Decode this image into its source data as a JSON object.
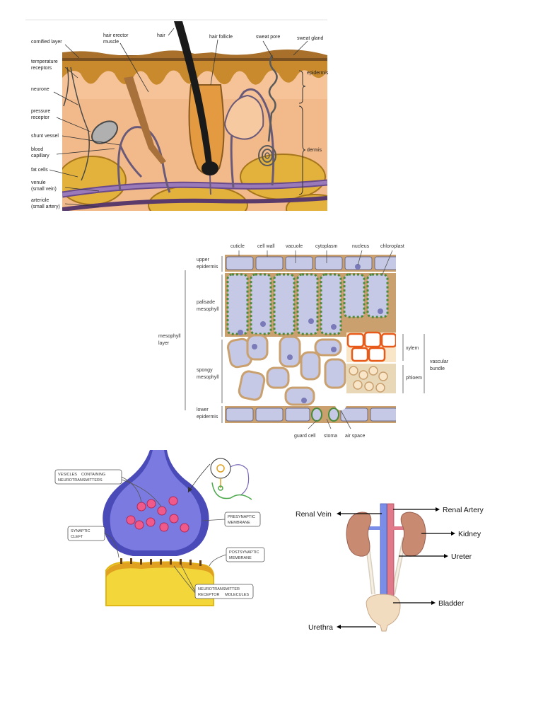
{
  "skin": {
    "labels": {
      "cornified": "cornified layer",
      "temp1": "temperature",
      "temp2": "receptors",
      "neurone": "neurone",
      "pressure1": "pressure",
      "pressure2": "receptor",
      "shunt": "shunt vessel",
      "blood1": "blood",
      "blood2": "capillary",
      "fat": "fat cells",
      "venule1": "venule",
      "venule2": "(small vein)",
      "arteriole1": "arteriole",
      "arteriole2": "(small artery)",
      "erector1": "hair erector",
      "erector2": "muscle",
      "hair": "hair",
      "follicle": "hair follicle",
      "pore": "sweat pore",
      "gland": "sweat gland",
      "epidermis": "epidermis",
      "dermis": "dermis"
    }
  },
  "leaf": {
    "labels": {
      "cuticle": "cuticle",
      "cellwall": "cell wall",
      "vacuole": "vacuole",
      "cytoplasm": "cytoplasm",
      "nucleus": "nucleus",
      "chloroplast": "chloroplast",
      "upper1": "upper",
      "upper2": "epidermis",
      "palisade1": "palisade",
      "palisade2": "mesophyll",
      "mesolayer1": "mesophyll",
      "mesolayer2": "layer",
      "spongy1": "spongy",
      "spongy2": "mesophyll",
      "lower1": "lower",
      "lower2": "epidermis",
      "xylem": "xylem",
      "phloem": "phloem",
      "vascular1": "vascular",
      "vascular2": "bundle",
      "guard": "guard cell",
      "stoma": "stoma",
      "airspace": "air space"
    }
  },
  "synapse": {
    "labels": {
      "vesicles1": "VESICLES    CONTAINING",
      "vesicles2": "NEUROTRANSMITTERS",
      "cleft1": "SYNAPTIC",
      "cleft2": "CLEFT",
      "pre1": "PRESYNAPTIC",
      "pre2": "MEMBRANE",
      "post1": "POSTSYNAPTIC",
      "post2": "MEMBRANE",
      "receptor1": "NEUROTRANSMITTER",
      "receptor2": "RECEPTOR     MOLECULES"
    }
  },
  "kidney": {
    "labels": {
      "vein": "Renal Vein",
      "artery": "Renal Artery",
      "kidney": "Kidney",
      "ureter": "Ureter",
      "bladder": "Bladder",
      "urethra": "Urethra"
    }
  },
  "colors": {
    "skin_epidermis": "#c98a2e",
    "skin_dermis": "#f2b98a",
    "fat": "#e3b23c",
    "leaf_cell": "#c5c9e6",
    "leaf_wall": "#c9a06e",
    "chloroplast": "#8bc34a",
    "xylem": "#e85a1a",
    "presynaptic": "#6a6ad8",
    "postsynaptic": "#f2d63a",
    "vesicle": "#f05a8a",
    "kidney": "#c98a72",
    "vein": "#7a8ee8",
    "artery": "#e07a8a"
  }
}
